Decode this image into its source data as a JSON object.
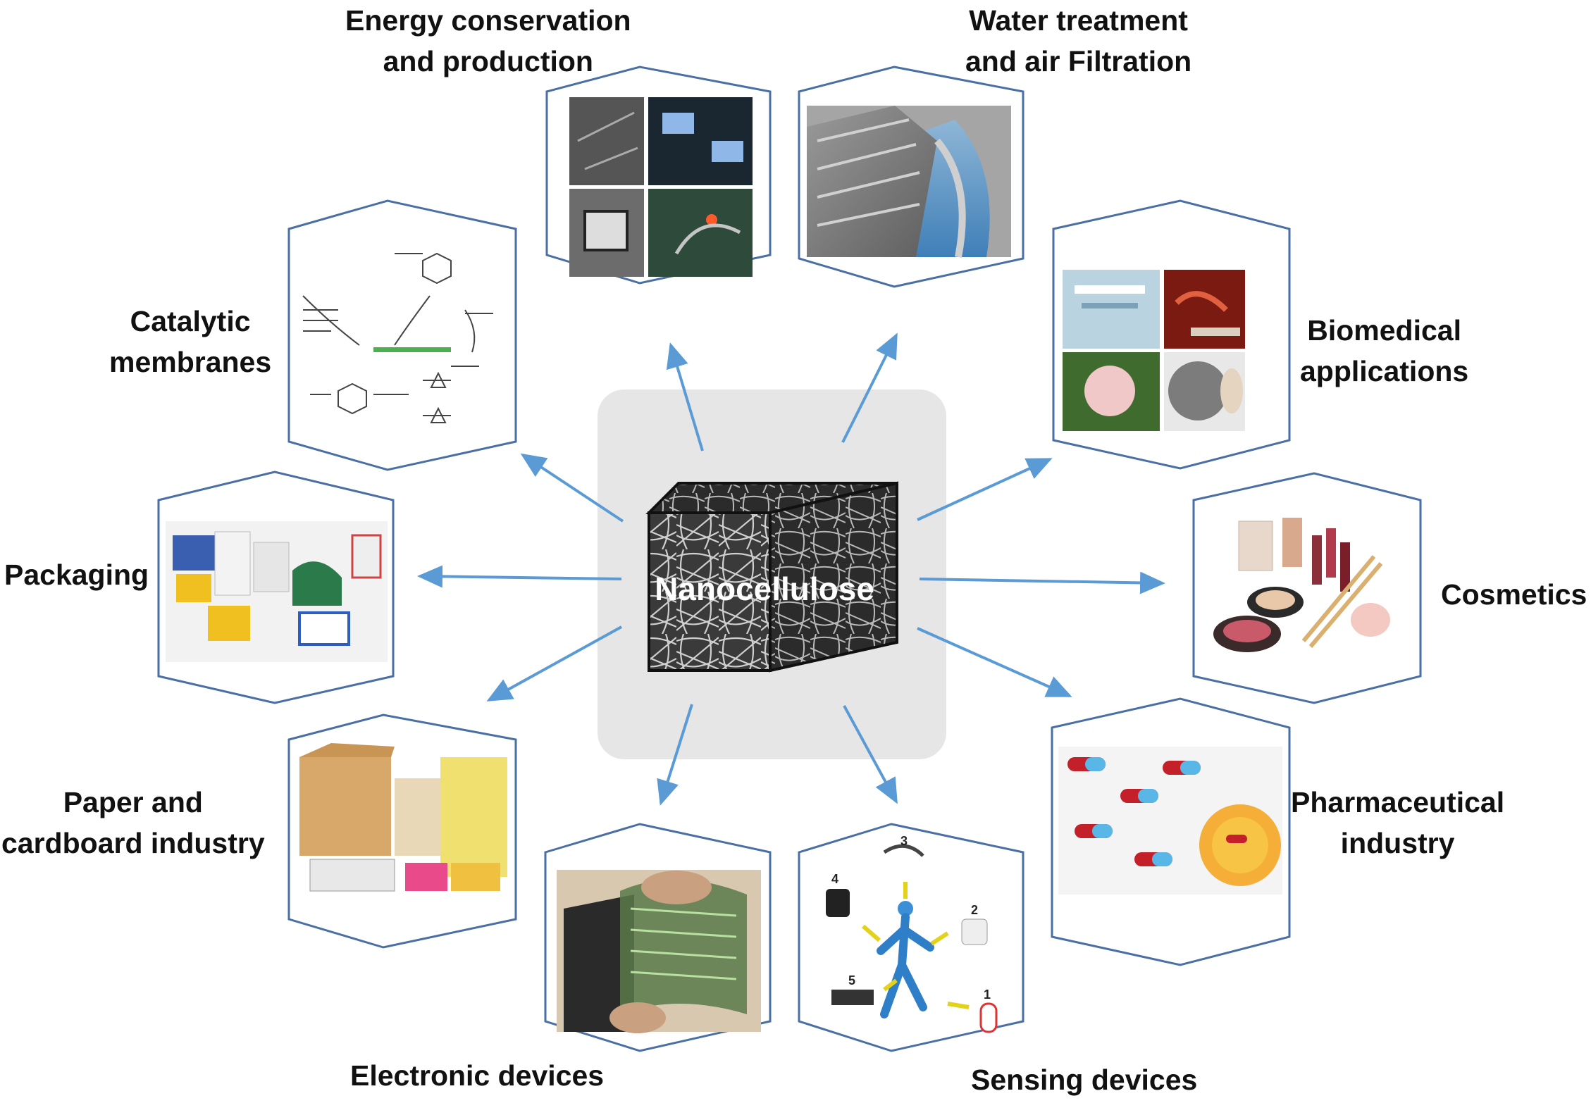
{
  "center": {
    "label": "Nanocellulose"
  },
  "applications": {
    "energy": {
      "line1": "Energy conservation",
      "line2": "and production",
      "icon": "solar-device-collage"
    },
    "water": {
      "line1": "Water treatment",
      "line2": "and air Filtration",
      "icon": "filter-membrane"
    },
    "biomedical": {
      "line1": "Biomedical",
      "line2": "applications",
      "icon": "tissue-scaffolds"
    },
    "cosmetics": {
      "line1": "Cosmetics",
      "icon": "makeup-set"
    },
    "pharma": {
      "line1": "Pharmaceutical",
      "line2": "industry",
      "icon": "capsules"
    },
    "sensing": {
      "line1": "Sensing devices",
      "icon": "wearable-sensors"
    },
    "electronic": {
      "line1": "Electronic devices",
      "icon": "flexible-display"
    },
    "paper": {
      "line1": "Paper and",
      "line2": "cardboard industry",
      "icon": "cardboard-boxes"
    },
    "packaging": {
      "line1": "Packaging",
      "icon": "package-boxes"
    },
    "catalytic": {
      "line1": "Catalytic",
      "line2": "membranes",
      "icon": "chemical-scheme"
    }
  },
  "sensing_numbers": [
    "1",
    "2",
    "3",
    "4",
    "5"
  ],
  "colors": {
    "arrow": "#5b9bd5",
    "hex_border": "#4a6fa5",
    "center_box": "#e6e6e6"
  }
}
